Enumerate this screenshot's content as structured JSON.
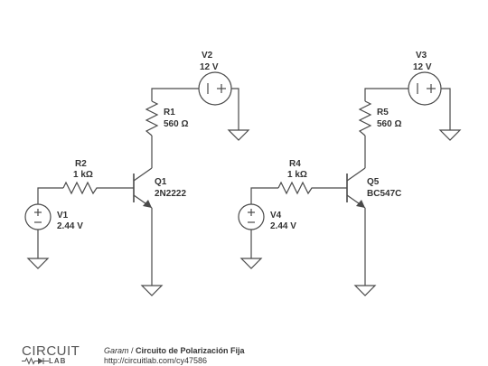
{
  "circuit_left": {
    "v2_name": "V2",
    "v2_value": "12 V",
    "r1_name": "R1",
    "r1_value": "560 Ω",
    "r2_name": "R2",
    "r2_value": "1 kΩ",
    "q1_name": "Q1",
    "q1_value": "2N2222",
    "v1_name": "V1",
    "v1_value": "2.44 V"
  },
  "circuit_right": {
    "v3_name": "V3",
    "v3_value": "12 V",
    "r5_name": "R5",
    "r5_value": "560 Ω",
    "r4_name": "R4",
    "r4_value": "1 kΩ",
    "q5_name": "Q5",
    "q5_value": "BC547C",
    "v4_name": "V4",
    "v4_value": "2.44 V"
  },
  "footer": {
    "logo_main": "CIRCUIT",
    "logo_sub": "LAB",
    "author": "Garam",
    "separator": " / ",
    "title": "Circuito de Polarización Fija",
    "url": "http://circuitlab.com/cy47586"
  }
}
